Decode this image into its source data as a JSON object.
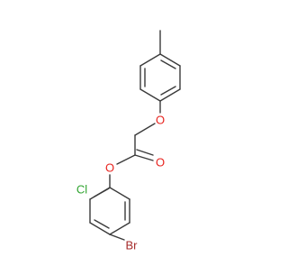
{
  "molecule": {
    "atom_labels": {
      "ether_oxygen": "O",
      "ester_oxygen": "O",
      "carbonyl_oxygen": "O",
      "chlorine": "Cl",
      "bromine": "Br"
    },
    "colors": {
      "bond": "#3a3a3a",
      "oxygen": "#e8231e",
      "chlorine": "#2fa32f",
      "bromine": "#a52a2a"
    }
  }
}
